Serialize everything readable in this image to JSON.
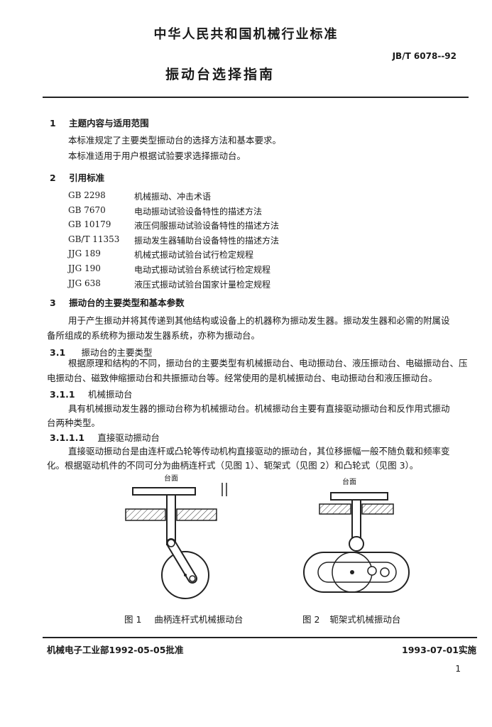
{
  "header": {
    "title": "中华人民共和国机械行业标准",
    "std_number": "JB/T 6078--92",
    "doc_title": "振动台选择指南"
  },
  "sections": {
    "s1": {
      "num": "1",
      "title": "主题内容与适用范围",
      "p1": "本标准规定了主要类型振动台的选择方法和基本要求。",
      "p2": "本标准适用于用户根据试验要求选择振动台。"
    },
    "s2": {
      "num": "2",
      "title": "引用标准",
      "refs": [
        {
          "code": "GB 2298",
          "title": "机械振动、冲击术语"
        },
        {
          "code": "GB 7670",
          "title": "电动振动试验设备特性的描述方法"
        },
        {
          "code": "GB 10179",
          "title": "液压伺服振动试验设备特性的描述方法"
        },
        {
          "code": "GB/T 11353",
          "title": "振动发生器辅助台设备特性的描述方法"
        },
        {
          "code": "JJG 189",
          "title": "机械式振动试验台试行检定规程"
        },
        {
          "code": "JJG 190",
          "title": "电动式振动试验台系统试行检定规程"
        },
        {
          "code": "JJG 638",
          "title": "液压式振动试验台国家计量检定规程"
        }
      ]
    },
    "s3": {
      "num": "3",
      "title": "振动台的主要类型和基本参数",
      "p1a": "用于产生振动并将其传递到其他结构或设备上的机器称为振动发生器。振动发生器和必需的附属设",
      "p1b": "备所组成的系统称为振动发生器系统，亦称为振动台。"
    },
    "s31": {
      "num": "3.1",
      "title": "振动台的主要类型",
      "pa": "根据原理和结构的不同，振动台的主要类型有机械振动台、电动振动台、液压振动台、电磁振动台、压",
      "pb": "电振动台、磁致伸缩振动台和共振振动台等。经常使用的是机械振动台、电动振动台和液压振动台。"
    },
    "s311": {
      "num": "3.1.1",
      "title": "机械振动台",
      "pa": "具有机械振动发生器的振动台称为机械振动台。机械振动台主要有直接驱动振动台和反作用式振动",
      "pb": "台两种类型。"
    },
    "s3111": {
      "num": "3.1.1.1",
      "title": "直接驱动振动台",
      "pa": "直接驱动振动台是由连杆或凸轮等传动机构直接驱动的振动台，其位移振幅一般不随负载和频率变",
      "pb": "化。根据驱动机件的不同可分为曲柄连杆式（见图 1）、轭架式（见图 2）和凸轮式（见图 3）。"
    }
  },
  "figures": {
    "fig1": {
      "label_table": "台面",
      "caption_num": "图 1",
      "caption_text": "曲柄连杆式机械振动台"
    },
    "fig2": {
      "label_table": "台面",
      "caption_num": "图 2",
      "caption_text": "轭架式机械振动台"
    }
  },
  "footer": {
    "approved": "机械电子工业部1992-05-05批准",
    "effective": "1993-07-01实施",
    "page_number": "1"
  }
}
